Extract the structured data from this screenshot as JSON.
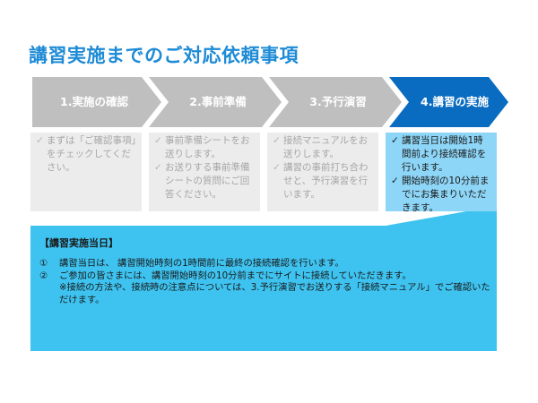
{
  "title": "講習実施までのご対応依頼事項",
  "colors": {
    "title": "#1e8bd6",
    "step_inactive": "#bfbfbf",
    "step_active": "#0a6cc0",
    "box_inactive": "#ececec",
    "box_active": "#8ed6f7",
    "callout": "#3ec3f0"
  },
  "steps": [
    {
      "label": "1.実施の確認",
      "active": false,
      "items": [
        "まずは「ご確認事項」をチェックしてください。"
      ]
    },
    {
      "label": "2.事前準備",
      "active": false,
      "items": [
        "事前準備シートをお送りします。",
        "お送りする事前準備シートの質問にご回答ください。"
      ]
    },
    {
      "label": "3.予行演習",
      "active": false,
      "items": [
        "接続マニュアルをお送りします。",
        "講習の事前打ち合わせと、予行演習を行います。"
      ]
    },
    {
      "label": "4.講習の実施",
      "active": true,
      "items": [
        "講習当日は開始1時間前より接続確認を行います。",
        "開始時刻の10分前までにお集まりいただきます。"
      ]
    }
  ],
  "check_icon": "check-icon",
  "callout": {
    "heading": "【講習実施当日】",
    "notes": [
      {
        "num": "①",
        "text": "講習当日は、 講習開始時刻の1時間前に最終の接続確認を行います。",
        "sub": ""
      },
      {
        "num": "②",
        "text": "ご参加の皆さまには、講習開始時刻の10分前までにサイトに接続していただきます。",
        "sub": "※接続の方法や、接続時の注意点については、3.予行演習でお送りする「接続マニュアル」でご確認いただけます。"
      }
    ]
  }
}
